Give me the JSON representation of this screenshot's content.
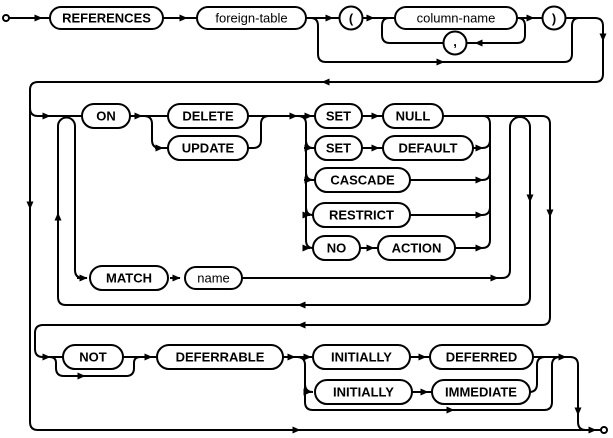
{
  "diagram": {
    "kind": "railroad-syntax-diagram",
    "clause": "foreign-key REFERENCES clause",
    "colors": {
      "line": "#000000",
      "background": "#ffffff",
      "node_fill": "#ffffff"
    },
    "nodes": {
      "references": {
        "label": "REFERENCES",
        "type": "keyword"
      },
      "foreign_table": {
        "label": "foreign-table",
        "type": "nonterminal"
      },
      "lparen": {
        "label": "(",
        "type": "punctuation"
      },
      "column_name": {
        "label": "column-name",
        "type": "nonterminal"
      },
      "comma": {
        "label": ",",
        "type": "punctuation"
      },
      "rparen": {
        "label": ")",
        "type": "punctuation"
      },
      "on": {
        "label": "ON",
        "type": "keyword"
      },
      "delete": {
        "label": "DELETE",
        "type": "keyword"
      },
      "update": {
        "label": "UPDATE",
        "type": "keyword"
      },
      "set1": {
        "label": "SET",
        "type": "keyword"
      },
      "null": {
        "label": "NULL",
        "type": "keyword"
      },
      "set2": {
        "label": "SET",
        "type": "keyword"
      },
      "default": {
        "label": "DEFAULT",
        "type": "keyword"
      },
      "cascade": {
        "label": "CASCADE",
        "type": "keyword"
      },
      "restrict": {
        "label": "RESTRICT",
        "type": "keyword"
      },
      "no": {
        "label": "NO",
        "type": "keyword"
      },
      "action": {
        "label": "ACTION",
        "type": "keyword"
      },
      "match": {
        "label": "MATCH",
        "type": "keyword"
      },
      "name": {
        "label": "name",
        "type": "nonterminal"
      },
      "not": {
        "label": "NOT",
        "type": "keyword"
      },
      "deferrable": {
        "label": "DEFERRABLE",
        "type": "keyword"
      },
      "initially1": {
        "label": "INITIALLY",
        "type": "keyword"
      },
      "deferred": {
        "label": "DEFERRED",
        "type": "keyword"
      },
      "initially2": {
        "label": "INITIALLY",
        "type": "keyword"
      },
      "immediate": {
        "label": "IMMEDIATE",
        "type": "keyword"
      }
    }
  }
}
